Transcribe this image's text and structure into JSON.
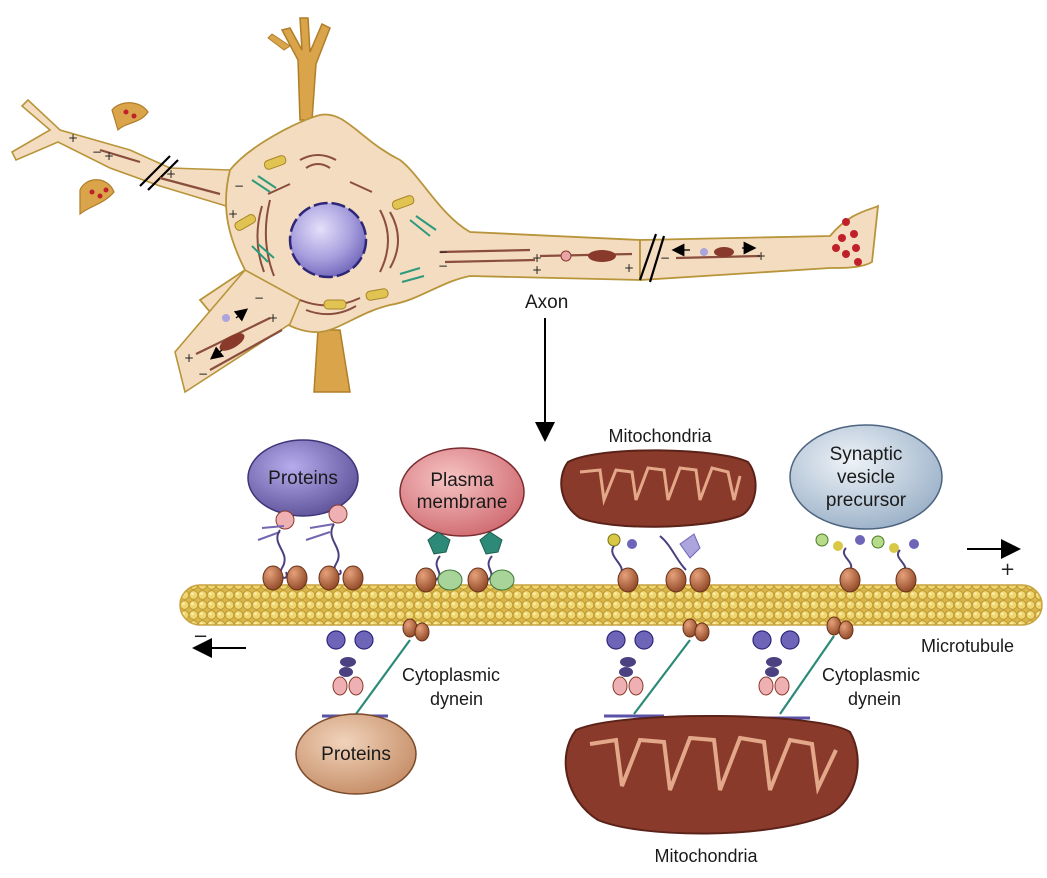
{
  "labels": {
    "axon": "Axon",
    "microtubule": "Microtubule",
    "mitochondria_top": "Mitochondria",
    "mitochondria_bottom": "Mitochondria",
    "dynein_left_line1": "Cytoplasmic",
    "dynein_left_line2": "dynein",
    "dynein_right_line1": "Cytoplasmic",
    "dynein_right_line2": "dynein",
    "plus_end": "+",
    "minus_end": "−"
  },
  "cargo": {
    "proteins_top": "Proteins",
    "plasma_line1": "Plasma",
    "plasma_line2": "membrane",
    "synaptic_line1": "Synaptic",
    "synaptic_line2": "vesicle",
    "synaptic_line3": "precursor",
    "proteins_bottom": "Proteins"
  },
  "colors": {
    "neuron_fill": "#f4dcc0",
    "neuron_outline": "#b8953a",
    "dendrite": "#d9a44a",
    "nucleus": "#9a8fd6",
    "microtubule": "#e8c75a",
    "proteins_cargo": "#7b6fb8",
    "plasma_cargo": "#d9787c",
    "mitochondria": "#8a3a2a",
    "synaptic_cargo": "#b9cadc",
    "proteins_bottom_cargo": "#d9a886",
    "kinesin_head": "#b0603a",
    "dynein_stalk": "#2e8a78",
    "vesicle_dots": "#c0202a"
  }
}
